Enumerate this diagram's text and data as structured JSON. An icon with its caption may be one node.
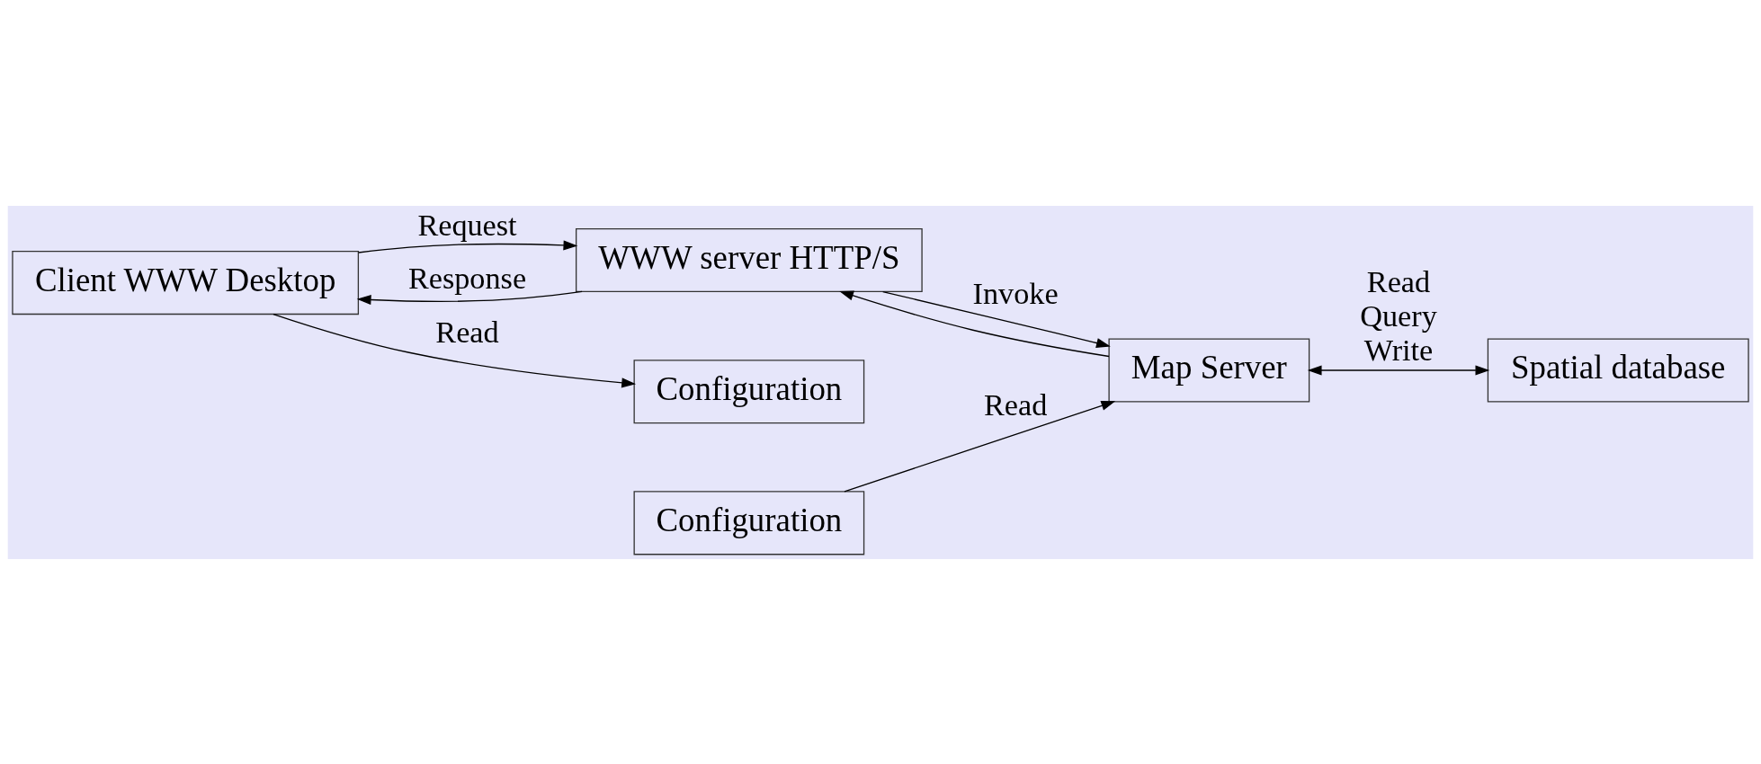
{
  "diagram": {
    "nodes": [
      {
        "text": [
          "Client WWW Desktop"
        ]
      },
      {
        "text": [
          "WWW server HTTP/S"
        ]
      },
      {
        "text": [
          "Map Server"
        ]
      },
      {
        "text": [
          "Configuration"
        ]
      },
      {
        "text": [
          "Configuration"
        ]
      },
      {
        "text": [
          "Spatial database"
        ]
      }
    ],
    "edges": [
      {
        "from": 0,
        "to": 1,
        "arrow": "to",
        "label": "Request"
      },
      {
        "from": 1,
        "to": 0,
        "arrow": "to",
        "label": "Response"
      },
      {
        "from": 1,
        "to": 2,
        "arrow": "to",
        "label": "Invoke"
      },
      {
        "from": 2,
        "to": 1,
        "arrow": "to"
      },
      {
        "from": 3,
        "to": 2,
        "arrow": "to",
        "label": "Read"
      },
      {
        "from": 0,
        "to": 4,
        "arrow": "to",
        "label": "Read"
      },
      {
        "from": 2,
        "to": 5,
        "arrow": "both",
        "label": "Read Query Write"
      }
    ]
  }
}
